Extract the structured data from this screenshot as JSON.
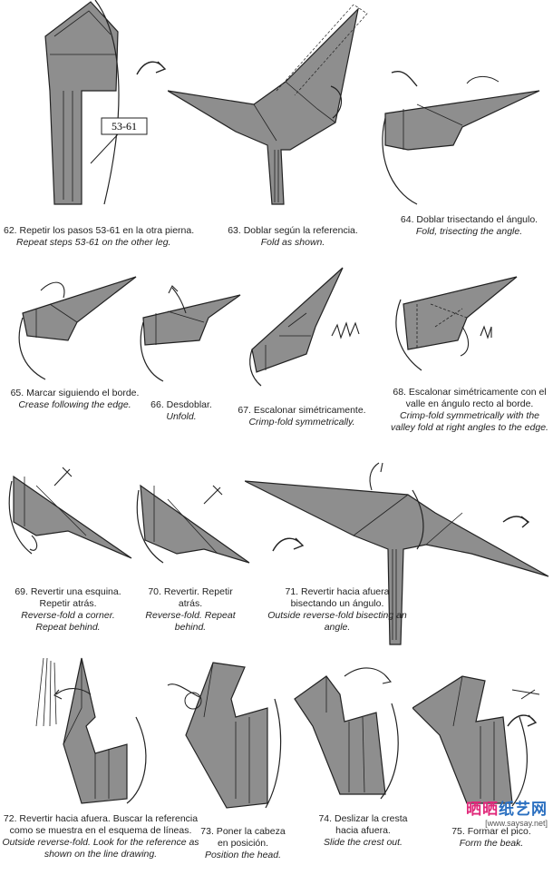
{
  "colors": {
    "paper": "#8e8e8e",
    "line": "#222222",
    "accent_pink": "#e0287a",
    "accent_blue": "#2a6fc0"
  },
  "steps": [
    {
      "num": "62",
      "es": "62. Repetir los pasos 53-61 en la otra pierna.",
      "en": "Repeat steps 53-61 on the other leg.",
      "ref": "53-61"
    },
    {
      "num": "63",
      "es": "63. Doblar según la referencia.",
      "en": "Fold as shown."
    },
    {
      "num": "64",
      "es": "64. Doblar trisectando el ángulo.",
      "en": "Fold, trisecting the angle."
    },
    {
      "num": "65",
      "es": "65. Marcar siguiendo el borde.",
      "en": "Crease following the edge."
    },
    {
      "num": "66",
      "es": "66. Desdoblar.",
      "en": "Unfold."
    },
    {
      "num": "67",
      "es": "67. Escalonar simétricamente.",
      "en": "Crimp-fold symmetrically."
    },
    {
      "num": "68",
      "es": "68. Escalonar simétricamente con el valle en ángulo recto al borde.",
      "en": "Crimp-fold symmetrically with the valley fold at right angles to the edge."
    },
    {
      "num": "69",
      "es": "69. Revertir una esquina. Repetir atrás.",
      "en": "Reverse-fold a corner. Repeat behind."
    },
    {
      "num": "70",
      "es": "70. Revertir. Repetir atrás.",
      "en": "Reverse-fold. Repeat behind."
    },
    {
      "num": "71",
      "es": "71. Revertir hacia afuera bisectando un ángulo.",
      "en": "Outside reverse-fold bisecting an angle."
    },
    {
      "num": "72",
      "es": "72. Revertir hacia afuera. Buscar la referencia como se muestra en el esquema de líneas.",
      "en": "Outside reverse-fold. Look for the reference as shown on the line drawing."
    },
    {
      "num": "73",
      "es": "73. Poner la cabeza en posición.",
      "en": "Position the head."
    },
    {
      "num": "74",
      "es": "74. Deslizar la cresta hacia afuera.",
      "en": "Slide the crest out."
    },
    {
      "num": "75",
      "es": "75. Formar el pico.",
      "en": "Form the beak."
    }
  ],
  "watermark": {
    "brand_a": "晒晒",
    "brand_b": "纸艺网",
    "url": "[www.saysay.net]"
  }
}
